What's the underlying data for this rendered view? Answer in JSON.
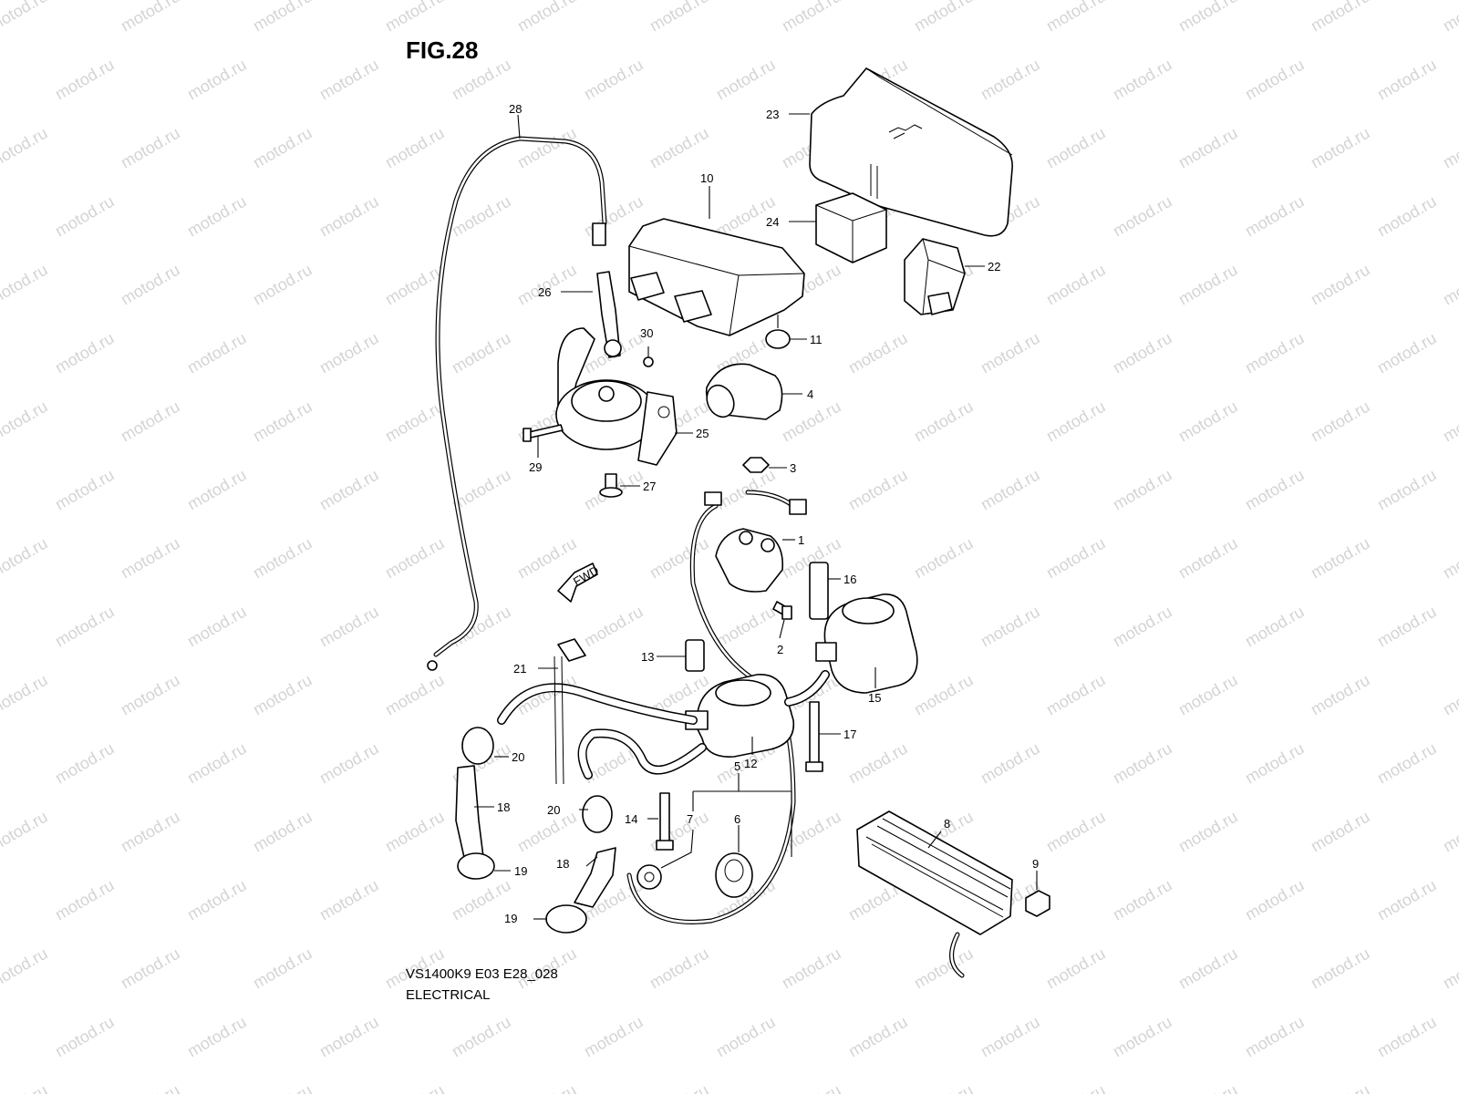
{
  "figure": {
    "title": "FIG.28",
    "code": "VS1400K9 E03 E28_028",
    "section": "ELECTRICAL",
    "watermark": "motod.ru",
    "fwd_label": "FWD"
  },
  "callouts": [
    {
      "id": "c1",
      "label": "1"
    },
    {
      "id": "c2",
      "label": "2"
    },
    {
      "id": "c3",
      "label": "3"
    },
    {
      "id": "c4",
      "label": "4"
    },
    {
      "id": "c5",
      "label": "5"
    },
    {
      "id": "c6",
      "label": "6"
    },
    {
      "id": "c7",
      "label": "7"
    },
    {
      "id": "c8",
      "label": "8"
    },
    {
      "id": "c9",
      "label": "9"
    },
    {
      "id": "c10",
      "label": "10"
    },
    {
      "id": "c11",
      "label": "11"
    },
    {
      "id": "c12",
      "label": "12"
    },
    {
      "id": "c13",
      "label": "13"
    },
    {
      "id": "c14",
      "label": "14"
    },
    {
      "id": "c15",
      "label": "15"
    },
    {
      "id": "c16",
      "label": "16"
    },
    {
      "id": "c17",
      "label": "17"
    },
    {
      "id": "c18a",
      "label": "18"
    },
    {
      "id": "c18b",
      "label": "18"
    },
    {
      "id": "c19a",
      "label": "19"
    },
    {
      "id": "c19b",
      "label": "19"
    },
    {
      "id": "c20a",
      "label": "20"
    },
    {
      "id": "c20b",
      "label": "20"
    },
    {
      "id": "c21",
      "label": "21"
    },
    {
      "id": "c22",
      "label": "22"
    },
    {
      "id": "c23",
      "label": "23"
    },
    {
      "id": "c24",
      "label": "24"
    },
    {
      "id": "c25",
      "label": "25"
    },
    {
      "id": "c26",
      "label": "26"
    },
    {
      "id": "c27",
      "label": "27"
    },
    {
      "id": "c28",
      "label": "28"
    },
    {
      "id": "c29",
      "label": "29"
    },
    {
      "id": "c30",
      "label": "30"
    }
  ]
}
